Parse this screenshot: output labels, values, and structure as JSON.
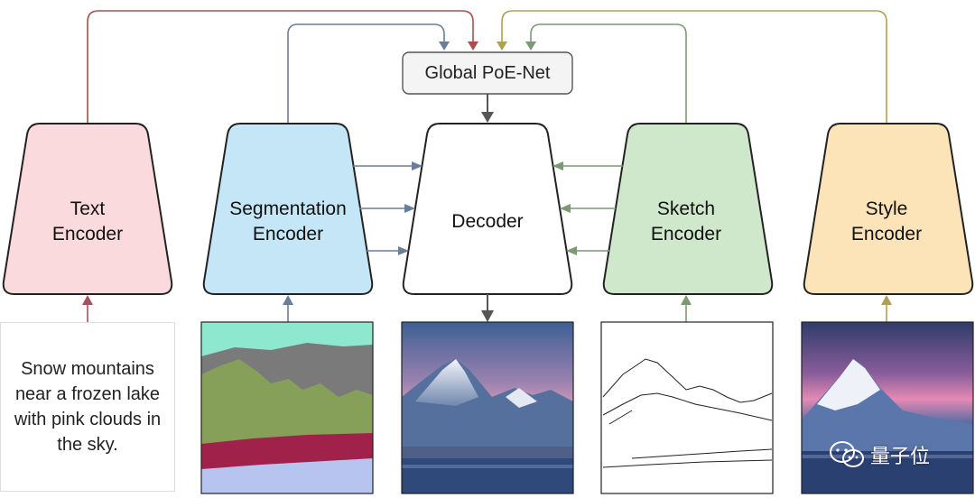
{
  "poe_net": {
    "label": "Global PoE-Net"
  },
  "encoders": [
    {
      "id": "text",
      "label_line1": "Text",
      "label_line2": "Encoder",
      "fill": "#fadadd",
      "input_arrow_color": "#a85060",
      "top_arrow_color": "#b04a4a"
    },
    {
      "id": "segmentation",
      "label_line1": "Segmentation",
      "label_line2": "Encoder",
      "fill": "#c5e6f6",
      "input_arrow_color": "#6a7e9c",
      "top_arrow_color": "#6a7e9c"
    },
    {
      "id": "sketch",
      "label_line1": "Sketch",
      "label_line2": "Encoder",
      "fill": "#cfe8cc",
      "input_arrow_color": "#7a9a72",
      "top_arrow_color": "#7a9a72"
    },
    {
      "id": "style",
      "label_line1": "Style",
      "label_line2": "Encoder",
      "fill": "#fde3b8",
      "input_arrow_color": "#b0a050",
      "top_arrow_color": "#b0a050"
    }
  ],
  "decoder": {
    "label": "Decoder",
    "fill": "#ffffff"
  },
  "text_input": {
    "content": "Snow mountains near a frozen lake with pink clouds in the sky."
  },
  "watermark": {
    "text": "量子位",
    "icon": "wechat-icon"
  },
  "colors": {
    "stroke": "#222222",
    "arrow_dark": "#555555",
    "seg_arrow": "#6a7e9c",
    "sketch_arrow": "#7a9a72"
  }
}
